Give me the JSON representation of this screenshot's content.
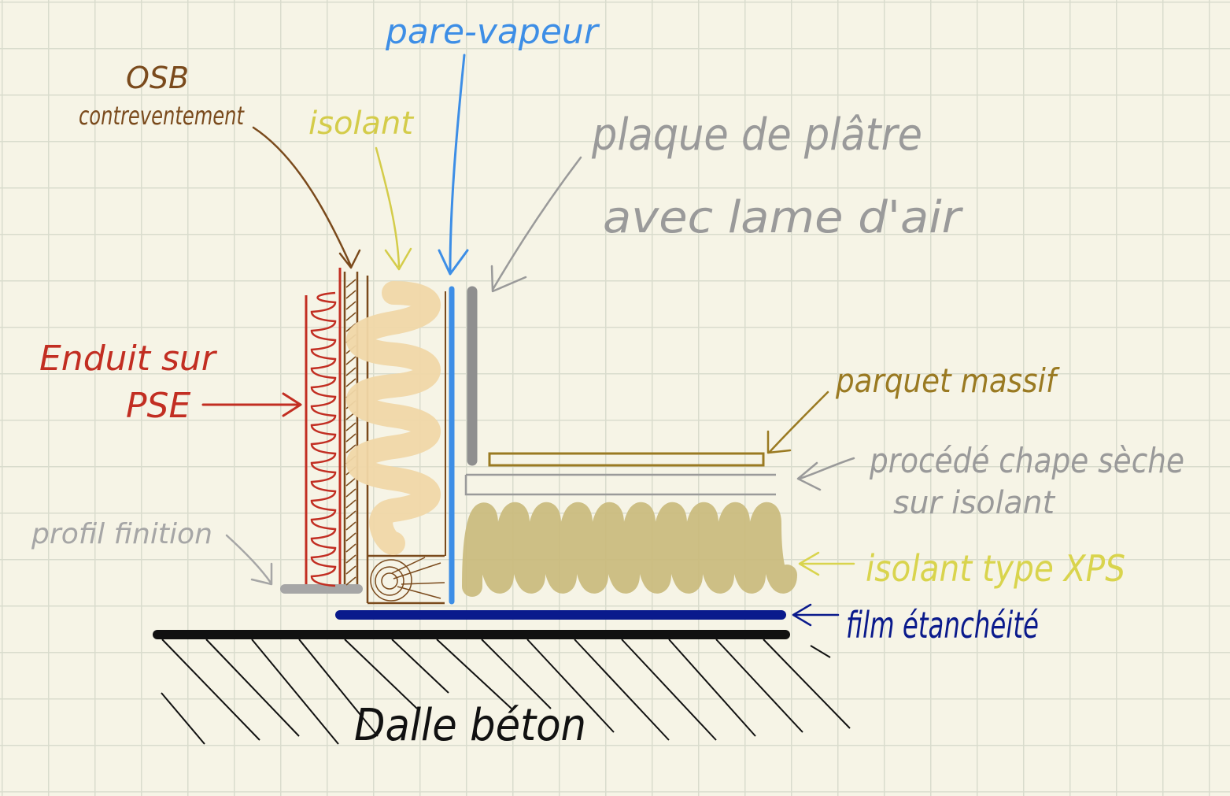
{
  "labels": {
    "osb_line1": "OSB",
    "osb_line2": "contreventement",
    "isolant_mur": "isolant",
    "pare_vapeur": "pare-vapeur",
    "plaque_line1": "plaque de plâtre",
    "plaque_line2": "avec lame d'air",
    "enduit_line1": "Enduit sur",
    "enduit_line2": "PSE",
    "parquet": "parquet massif",
    "chape_line1": "procédé chape sèche",
    "chape_line2": "sur isolant",
    "profil": "profil finition",
    "isolant_xps": "isolant type XPS",
    "film": "film étanchéité",
    "dalle": "Dalle béton"
  },
  "colors": {
    "osb": "#7a4a1c",
    "isolant_label": "#d4cc4a",
    "pare_vapeur": "#3d8ee6",
    "plaque": "#8f8f8f",
    "enduit": "#c22e22",
    "parquet": "#9a7a22",
    "chape": "#9a9a9a",
    "profil": "#a6a6a6",
    "xps_label": "#d9d44d",
    "xps_fill": "#c9b97a",
    "film": "#0a1a8c",
    "dalle": "#111111",
    "wall_insulation": "#f0d7a8"
  }
}
